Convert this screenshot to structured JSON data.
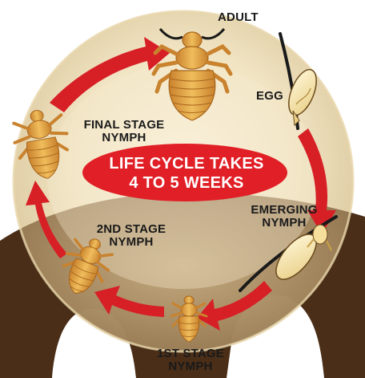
{
  "diagram": {
    "center_text": [
      "LIFE CYCLE TAKES",
      "4 TO 5 WEEKS"
    ],
    "stages": [
      {
        "id": "adult",
        "lines": [
          "ADULT"
        ]
      },
      {
        "id": "egg",
        "lines": [
          "EGG"
        ]
      },
      {
        "id": "emerging-nymph",
        "lines": [
          "EMERGING",
          "NYMPH"
        ]
      },
      {
        "id": "first-stage-nymph",
        "lines": [
          "1ST STAGE",
          "NYMPH"
        ]
      },
      {
        "id": "second-stage-nymph",
        "lines": [
          "2ND STAGE",
          "NYMPH"
        ]
      },
      {
        "id": "final-stage-nymph",
        "lines": [
          "FINAL STAGE",
          "NYMPH"
        ]
      }
    ],
    "colors": {
      "arrow": "#d71f26",
      "oval": "#e11f26",
      "body_louse": "#e0a746",
      "louse_outline": "#a8661c",
      "background_brown": "#4a2e17",
      "circle_light": "#f3e7c6"
    }
  }
}
